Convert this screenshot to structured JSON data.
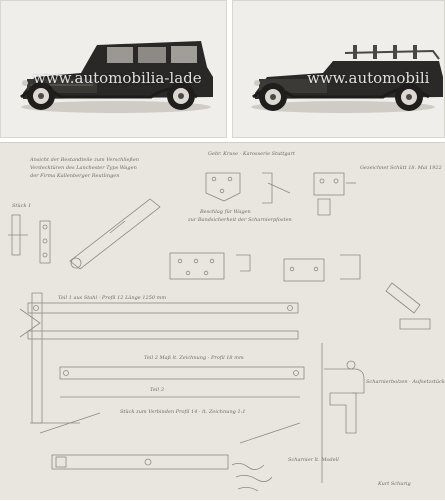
{
  "photos": [
    {
      "id": "sedan",
      "watermark": "www.automobilia-lade"
    },
    {
      "id": "tourer",
      "watermark": "www.automobili"
    }
  ],
  "sheet": {
    "notes": {
      "top_left_1": "Ansicht der Bestandteile zum Verschließen",
      "top_left_2": "Verdecktüren des Lanchester Typs Wagen",
      "top_left_3": "der Firma Kallenberger Reutlingen",
      "top_center": "Gebr. Kruse - Karosserie Stuttgart",
      "top_right": "Gezeichnet Schütt 18. Mai 1922",
      "mid_center_1": "Beschlag für Wagen",
      "mid_center_2": "zur Bandsicherheit der Scharnierpfosten",
      "stut_1": "Stück 1",
      "bar_1": "Teil 1 aus Stahl · Profil 12 Länge 1250 mm",
      "bar_2": "Teil 2 Maß lt. Zeichnung · Profil 18 mm",
      "bar_3": "Teil 3",
      "bar_4": "Stück zum Verbinden Profil 14 · lt. Zeichnung 1:1",
      "hook_label": "Scharnierbolzen · Aufsetzstück",
      "signature": "Kurt Schurig",
      "bottom_notes": "Scharnier lt. Modell"
    }
  }
}
